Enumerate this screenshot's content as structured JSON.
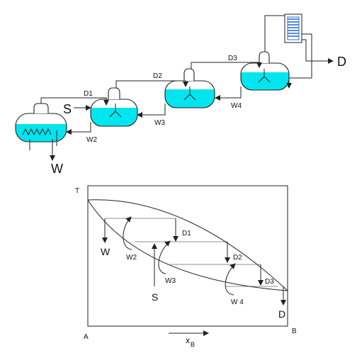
{
  "process": {
    "stills": [
      "D1",
      "D2",
      "D3"
    ],
    "feed_label": "S",
    "bottoms_label": "W",
    "distillate_label": "D",
    "returns": [
      "W2",
      "W3",
      "W4"
    ]
  },
  "phase_diagram": {
    "y_axis_label": "T",
    "left_corner": "A",
    "right_corner": "B",
    "x_axis_label": "x",
    "x_axis_subscript": "B",
    "stage_labels": [
      "D1",
      "D2",
      "D3"
    ],
    "return_labels": [
      "W2",
      "W3",
      "W 4"
    ],
    "feed_label": "S",
    "bottoms_label": "W",
    "distillate_label": "D"
  },
  "colors": {
    "liquid": "#00e5ee",
    "line": "#222222",
    "condenser": "#2a6fd6"
  },
  "icons": [
    "heating-coil-icon",
    "stirrer-icon",
    "condenser-icon"
  ]
}
